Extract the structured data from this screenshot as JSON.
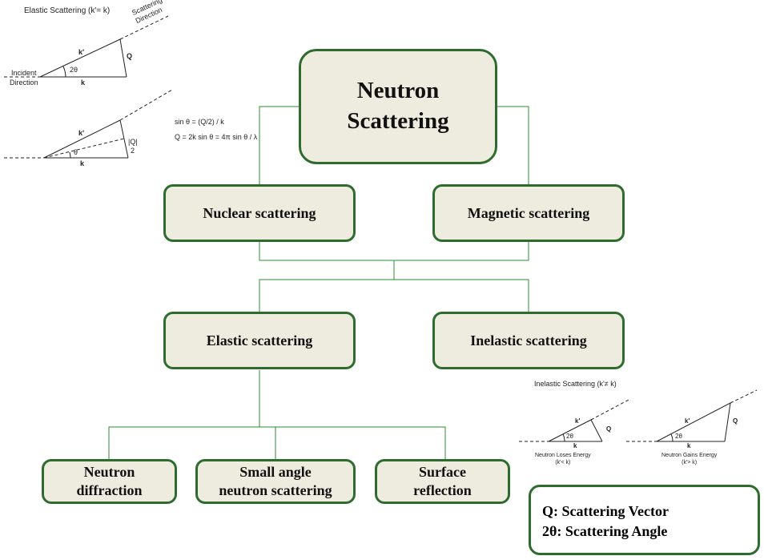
{
  "title": "Neutron\nScattering",
  "level1": [
    "Nuclear scattering",
    "Magnetic scattering"
  ],
  "level2": [
    "Elastic scattering",
    "Inelastic scattering"
  ],
  "leaves": [
    "Neutron\ndiffraction",
    "Small angle\nneutron scattering",
    "Surface\nreflection"
  ],
  "legend": {
    "line1": "Q: Scattering Vector",
    "line2": "2θ: Scattering Angle"
  },
  "elastic_sketch": {
    "title": "Elastic Scattering (k'= k)",
    "scattering_direction": "Scattering\nDirection",
    "incident": "Incident",
    "direction": "Direction",
    "k_prime": "k'",
    "k": "k",
    "q": "Q",
    "two_theta": "2θ",
    "theta": "θ",
    "q_half_top": "|Q|",
    "q_half_bottom": "2"
  },
  "formulas": {
    "line1": "sin θ = (Q/2) / k",
    "line2": "Q = 2k sin θ = 4π sin θ / λ"
  },
  "inelastic_sketch": {
    "title": "Inelastic Scattering (k'≠ k)",
    "k_prime": "k'",
    "k": "k",
    "q": "Q",
    "two_theta": "2θ",
    "loses_energy": "Neutron Loses Energy\n(k'< k)",
    "gains_energy": "Neutron Gains Energy\n(k'> k)"
  }
}
